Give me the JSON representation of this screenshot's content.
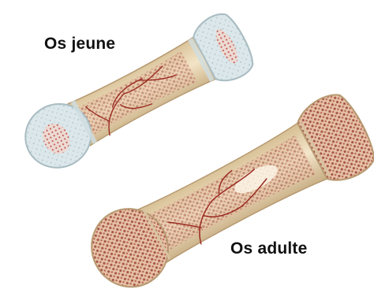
{
  "labels": {
    "young_bone": "Os jeune",
    "adult_bone": "Os adulte"
  },
  "colors": {
    "background": "#ffffff",
    "cartilage": "#d9e6ea",
    "cartilage_edge": "#a9bcc2",
    "bone_shaft": "#efdcb8",
    "bone_edge": "#b79a72",
    "spongy_bone": "#c98c7a",
    "spongy_dark": "#8f4a3e",
    "blood_vessel": "#9b2c22",
    "label_text": "#111111"
  },
  "icons": {
    "young_bone": "young-bone-illustration",
    "adult_bone": "adult-bone-illustration"
  }
}
